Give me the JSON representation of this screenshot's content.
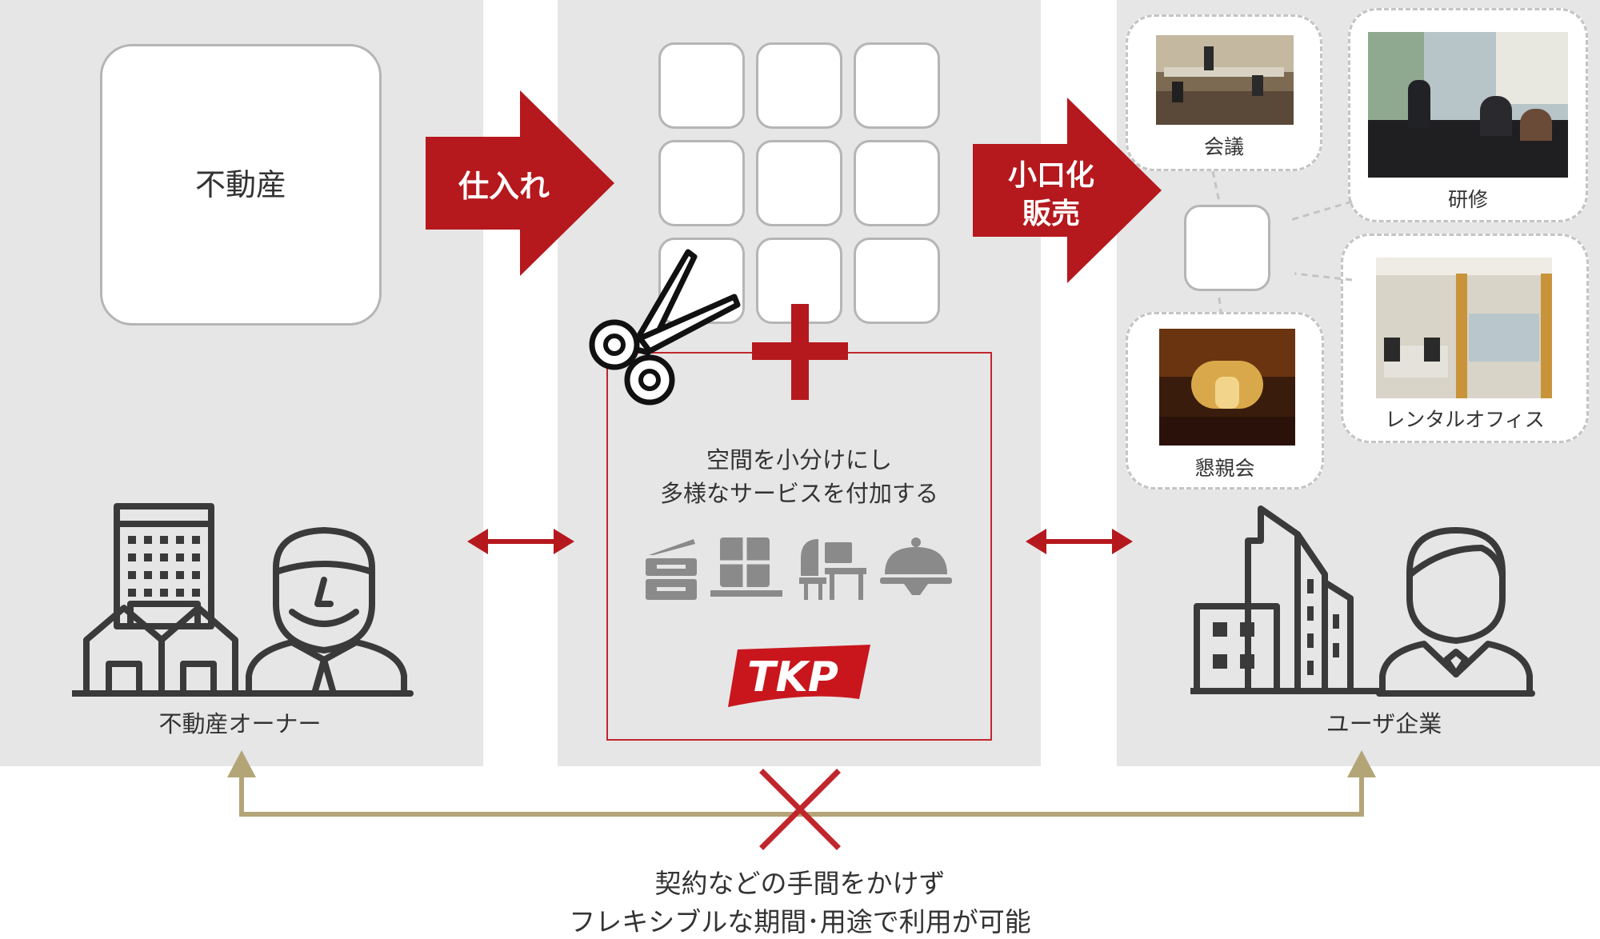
{
  "owner_panel": {
    "property_box_label": "不動産",
    "owner_label": "不動産オーナー"
  },
  "arrows": {
    "purchase_label": "仕入れ",
    "resale_label_line1": "小口化",
    "resale_label_line2": "販売"
  },
  "tkp_panel": {
    "description_line1": "空間を小分けにし",
    "description_line2": "多様なサービスを付加する",
    "logo_text": "TKP",
    "service_icons": [
      "copier-icon",
      "catering-box-icon",
      "office-furniture-icon",
      "cloche-icon"
    ]
  },
  "user_panel": {
    "uses": [
      "会議",
      "研修",
      "懇親会",
      "レンタルオフィス"
    ],
    "user_label": "ユーザ企業"
  },
  "bottom": {
    "line1": "契約などの手間をかけず",
    "line2": "フレキシブルな期間･用途で利用が可能"
  },
  "colors": {
    "accent_red": "#b5181d",
    "connector_gold": "#b3a577",
    "panel_gray": "#e6e6e6",
    "icon_dark": "#3a3a3a",
    "icon_gray": "#8a8a8a"
  }
}
